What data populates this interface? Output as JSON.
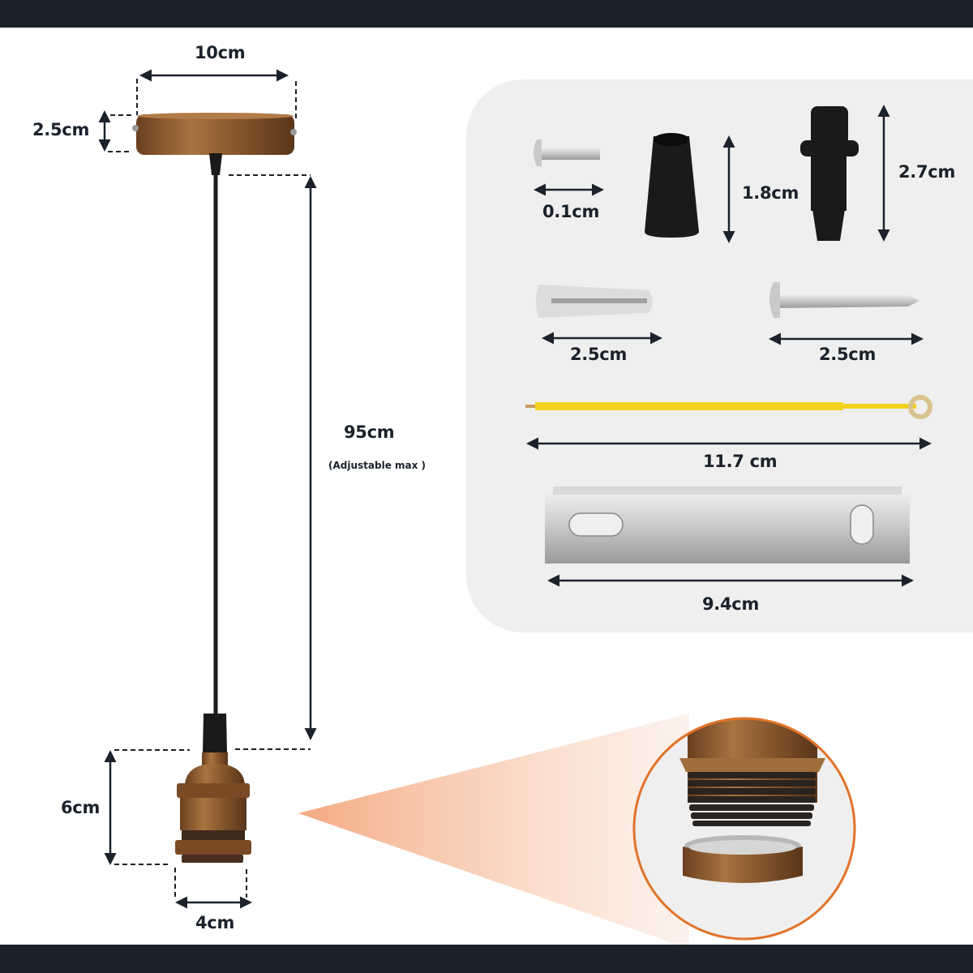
{
  "colors": {
    "header_bar": "#1a212a",
    "panel_bg": "#efefef",
    "dimension_line": "#1b222b",
    "copper": "#8a5a2e",
    "zoom_ring": "#e0732a",
    "spotlight": "#f6b38c",
    "earth_wire": "#f2d21c"
  },
  "pendant": {
    "ceiling_rose": {
      "width_label": "10cm",
      "height_label": "2.5cm"
    },
    "cable": {
      "length_label": "95cm",
      "note": "(Adjustable max )"
    },
    "lamp_holder": {
      "height_label": "6cm",
      "width_label": "4cm"
    }
  },
  "accessories": [
    {
      "name": "machine-screw",
      "dimension": "0.1cm"
    },
    {
      "name": "cord-grip",
      "dimension": "1.8cm"
    },
    {
      "name": "threaded-nipple",
      "dimension": "2.7cm"
    },
    {
      "name": "wall-plug",
      "dimension": "2.5cm"
    },
    {
      "name": "wood-screw",
      "dimension": "2.5cm"
    },
    {
      "name": "earth-wire",
      "dimension": "11.7 cm"
    },
    {
      "name": "mounting-bracket",
      "dimension": "9.4cm"
    }
  ],
  "detail_view": {
    "name": "lamp-holder-thread-and-ring-closeup"
  }
}
